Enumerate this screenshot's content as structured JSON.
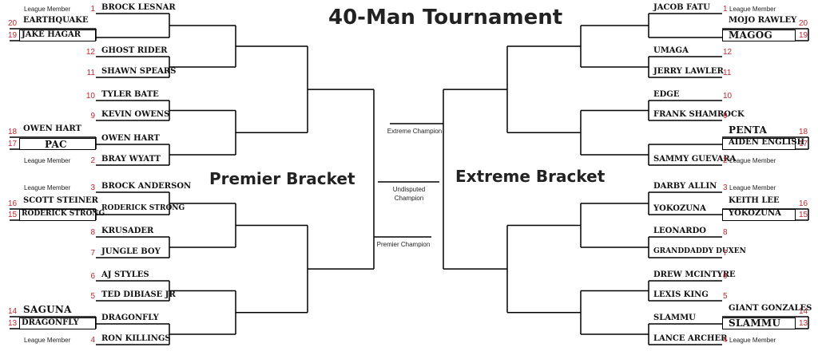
{
  "title": "40-Man Tournament",
  "premier_bracket": {
    "label": "Premier Bracket",
    "league_member_label": "League Member",
    "qualifiers": [
      {
        "seed_top": "20",
        "name_top": "EARTHQUAKE",
        "seed_bottom": "19",
        "name_bottom": "JAKE HAGAR"
      },
      {
        "seed_top": "18",
        "name_top": "OWEN HART",
        "seed_bottom": "17",
        "name_bottom": "PAC"
      },
      {
        "seed_top": "16",
        "name_top": "SCOTT STEINER",
        "seed_bottom": "15",
        "name_bottom": "RODERICK STRONG"
      },
      {
        "seed_top": "14",
        "name_top": "SAGUNA",
        "seed_bottom": "13",
        "name_bottom": "DRAGONFLY"
      }
    ],
    "first_round": [
      {
        "seed": "1",
        "name": "BROCK LESNAR"
      },
      {
        "seed": "",
        "name": ""
      },
      {
        "seed": "12",
        "name": "GHOST RIDER"
      },
      {
        "seed": "11",
        "name": "SHAWN SPEARS"
      },
      {
        "seed": "10",
        "name": "TYLER BATE"
      },
      {
        "seed": "9",
        "name": "KEVIN OWENS"
      },
      {
        "seed": "",
        "name": "OWEN HART"
      },
      {
        "seed": "2",
        "name": "BRAY WYATT"
      },
      {
        "seed": "3",
        "name": "BROCK ANDERSON"
      },
      {
        "seed": "",
        "name": "RODERICK STRONG"
      },
      {
        "seed": "8",
        "name": "KRUSADER"
      },
      {
        "seed": "7",
        "name": "JUNGLE BOY"
      },
      {
        "seed": "6",
        "name": "AJ STYLES"
      },
      {
        "seed": "5",
        "name": "TED DIBIASE JR"
      },
      {
        "seed": "",
        "name": "DRAGONFLY"
      },
      {
        "seed": "4",
        "name": "RON KILLINGS"
      }
    ]
  },
  "extreme_bracket": {
    "label": "Extreme Bracket",
    "league_member_label": "League Member",
    "qualifiers": [
      {
        "seed_top": "20",
        "name_top": "MOJO RAWLEY",
        "seed_bottom": "19",
        "name_bottom": "MAGOG"
      },
      {
        "seed_top": "18",
        "name_top": "PENTA",
        "seed_bottom": "17",
        "name_bottom": "AIDEN ENGLISH"
      },
      {
        "seed_top": "16",
        "name_top": "KEITH LEE",
        "seed_bottom": "15",
        "name_bottom": "YOKOZUNA"
      },
      {
        "seed_top": "14",
        "name_top": "GIANT GONZALES",
        "seed_bottom": "13",
        "name_bottom": "SLAMMU"
      }
    ],
    "first_round": [
      {
        "seed": "1",
        "name": "JACOB FATU"
      },
      {
        "seed": "",
        "name": ""
      },
      {
        "seed": "12",
        "name": "UMAGA"
      },
      {
        "seed": "11",
        "name": "JERRY LAWLER"
      },
      {
        "seed": "10",
        "name": "EDGE"
      },
      {
        "seed": "9",
        "name": "FRANK SHAMROCK"
      },
      {
        "seed": "",
        "name": ""
      },
      {
        "seed": "2",
        "name": "SAMMY GUEVARA"
      },
      {
        "seed": "3",
        "name": "DARBY ALLIN"
      },
      {
        "seed": "",
        "name": "YOKOZUNA"
      },
      {
        "seed": "8",
        "name": "LEONARDO"
      },
      {
        "seed": "7",
        "name": "GRANDDADDY DUXEN"
      },
      {
        "seed": "6",
        "name": "DREW MCINTYRE"
      },
      {
        "seed": "5",
        "name": "LEXIS KING"
      },
      {
        "seed": "",
        "name": "SLAMMU"
      },
      {
        "seed": "4",
        "name": "LANCE ARCHER"
      }
    ]
  },
  "champions": {
    "extreme": "Extreme Champion",
    "undisputed": "Undisputed Champion",
    "premier": "Premier Champion"
  }
}
